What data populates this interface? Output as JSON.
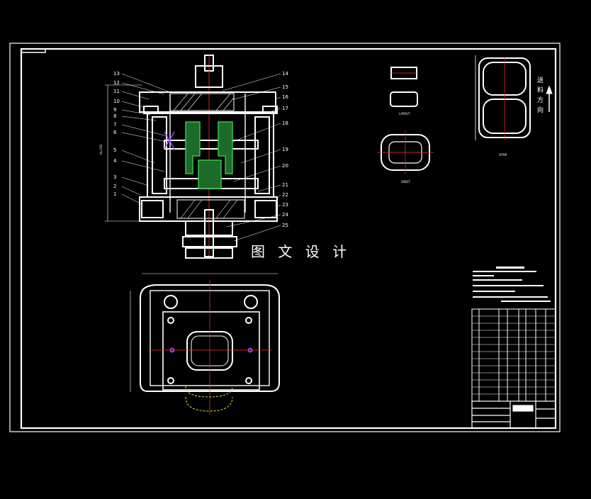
{
  "watermark": "图 文 设 计",
  "part_labels_left": [
    "13",
    "12",
    "11",
    "10",
    "9",
    "8",
    "7",
    "6",
    "5",
    "4",
    "3",
    "2",
    "1"
  ],
  "part_labels_right": [
    "14",
    "15",
    "16",
    "17",
    "18",
    "19",
    "20",
    "21",
    "22",
    "23",
    "24",
    "25"
  ],
  "feed_direction_chars": [
    "送",
    "料",
    "方",
    "向"
  ],
  "colors": {
    "line": "#ffffff",
    "centerline": "#ff3030",
    "hatch": "#39c14a",
    "fill_green": "#1d6b2a",
    "accent": "#a040ff"
  }
}
